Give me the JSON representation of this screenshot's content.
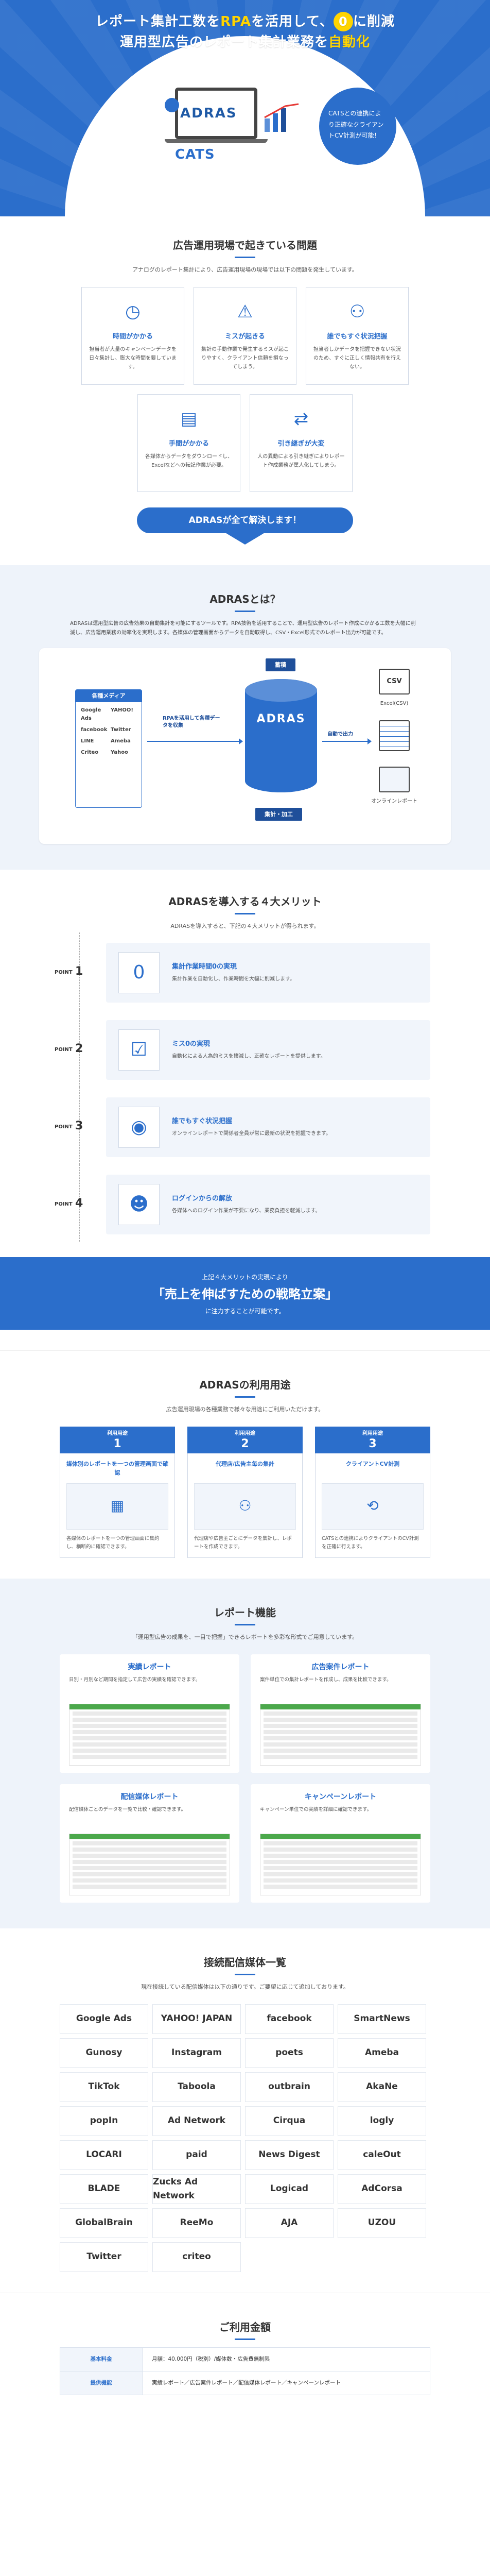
{
  "hero": {
    "line1_a": "レポート集計工数を",
    "line1_hl": "RPA",
    "line1_b": "を活用して、",
    "line1_zero": "0",
    "line1_c": "に削減",
    "line2_a": "運用型広告のレポート集計業務を",
    "line2_hl": "自動化",
    "logo_adras": "ADRAS",
    "logo_cats": "CATS",
    "bubble": "CATSとの連携により正確なクライアントCV計測が可能！"
  },
  "problems": {
    "title": "広告運用現場で起きている問題",
    "subtitle": "アナログのレポート集計により、広告運用現場の現場では以下の問題を発生しています。",
    "items": [
      {
        "icon": "clock-icon",
        "glyph": "◷",
        "title": "時間がかかる",
        "desc": "担当者が大量のキャンペーンデータを日々集計し、膨大な時間を要しています。"
      },
      {
        "icon": "warning-icon",
        "glyph": "⚠",
        "title": "ミスが起きる",
        "desc": "集計の手動作業で発生するミスが起こりやすく、クライアント信頼を損なってしまう。"
      },
      {
        "icon": "people-icon",
        "glyph": "⚇",
        "title": "誰でもすぐ状況把握",
        "desc": "担当者しかデータを把握できない状況のため、すぐに正しく情報共有を行えない。"
      },
      {
        "icon": "document-icon",
        "glyph": "▤",
        "title": "手間がかかる",
        "desc": "各媒体からデータをダウンロードし、Excelなどへの転記作業が必要。"
      },
      {
        "icon": "handover-icon",
        "glyph": "⇄",
        "title": "引き継ぎが大変",
        "desc": "人の異動による引き継ぎによりレポート作成業務が属人化してしまう。"
      }
    ],
    "banner": "ADRASが全て解決します！"
  },
  "whatis": {
    "title": "ADRASとは？",
    "desc": "ADRASは運用型広告の広告効果の自動集計を可能にするツールです。RPA技術を活用することで、運用型広告のレポート作成にかかる工数を大幅に削減し、広告運用業務の効率化を実現します。各媒体の管理画面からデータを自動取得し、CSV・Excel形式でのレポート出力が可能です。",
    "media_head": "各種メディア",
    "media": [
      "Google Ads",
      "YAHOO!",
      "facebook",
      "Twitter",
      "LINE",
      "Ameba",
      "Criteo",
      "Yahoo"
    ],
    "rpa_label": "RPAを活用して各種データを収集",
    "db_label": "ADRAS",
    "top_tag": "蓄積",
    "bottom_tag": "集計・加工",
    "export_label": "自動で出力",
    "outputs": [
      "CSV",
      "Excel(CSV)",
      "オンラインレポート"
    ]
  },
  "merits": {
    "title": "ADRASを導入する４大メリット",
    "subtitle": "ADRASを導入すると、下記の４大メリットが得られます。",
    "point_label": "POINT",
    "items": [
      {
        "num": "1",
        "icon": "zero-icon",
        "glyph": "0",
        "title": "集計作業時間0の実現",
        "desc": "集計作業を自動化し、作業時間を大幅に削減します。"
      },
      {
        "num": "2",
        "icon": "checklist-icon",
        "glyph": "☑",
        "title": "ミス0の実現",
        "desc": "自動化による人為的ミスを撲滅し、正確なレポートを提供します。"
      },
      {
        "num": "3",
        "icon": "eye-icon",
        "glyph": "◉",
        "title": "誰でもすぐ状況把握",
        "desc": "オンラインレポートで関係者全員が常に最新の状況を把握できます。"
      },
      {
        "num": "4",
        "icon": "login-icon",
        "glyph": "☻",
        "title": "ログインからの解放",
        "desc": "各媒体へのログイン作業が不要になり、業務負担を軽減します。"
      }
    ],
    "banner_small": "上記４大メリットの実現により",
    "banner_big": "「売上を伸ばすための戦略立案」",
    "banner_after": "に注力することが可能です。"
  },
  "use": {
    "title": "ADRASの利用用途",
    "subtitle": "広告運用現場の各種業務で様々な用途にご利用いただけます。",
    "items": [
      {
        "label": "利用用途",
        "num": "1",
        "title": "媒体別のレポートを一つの管理画面で確認",
        "glyph": "▦",
        "desc": "各媒体のレポートを一つの管理画面に集約し、横断的に確認できます。"
      },
      {
        "label": "利用用途",
        "num": "2",
        "title": "代理店/広告主毎の集計",
        "glyph": "⚇",
        "desc": "代理店や広告主ごとにデータを集計し、レポートを作成できます。"
      },
      {
        "label": "利用用途",
        "num": "3",
        "title": "クライアントCV計測",
        "glyph": "⟲",
        "desc": "CATSとの連携によりクライアントのCV計測を正確に行えます。"
      }
    ]
  },
  "reports": {
    "title": "レポート機能",
    "subtitle": "「運用型広告の成果を、一目で把握」できるレポートを多彩な形式でご用意しています。",
    "items": [
      {
        "title": "実績レポート",
        "desc": "日別・月別など期間を指定して広告の実績を確認できます。"
      },
      {
        "title": "広告案件レポート",
        "desc": "案件単位での集計レポートを作成し、成果を比較できます。"
      },
      {
        "title": "配信媒体レポート",
        "desc": "配信媒体ごとのデータを一覧で比較・確認できます。"
      },
      {
        "title": "キャンペーンレポート",
        "desc": "キャンペーン単位での実績を詳細に確認できます。"
      }
    ]
  },
  "media_list": {
    "title": "接続配信媒体一覧",
    "subtitle": "現在接続している配信媒体は以下の通りです。ご要望に応じて追加しております。",
    "logos": [
      "Google Ads",
      "YAHOO! JAPAN",
      "facebook",
      "SmartNews",
      "Gunosy",
      "Instagram",
      "poets",
      "Ameba",
      "TikTok",
      "Taboola",
      "outbrain",
      "AkaNe",
      "popIn",
      "Ad Network",
      "Cirqua",
      "logly",
      "LOCARI",
      "paid",
      "News Digest",
      "caleOut",
      "BLADE",
      "Zucks Ad Network",
      "Logicad",
      "AdCorsa",
      "GlobalBrain",
      "ReeMo",
      "AJA",
      "UZOU",
      "Twitter",
      "criteo"
    ]
  },
  "price": {
    "title": "ご利用金額",
    "rows": [
      {
        "k": "基本料金",
        "v": "月額：40,000円（税別）/媒体数・広告費無制限"
      },
      {
        "k": "提供機能",
        "v": "実績レポート／広告案件レポート／配信媒体レポート／キャンペーンレポート"
      }
    ]
  }
}
